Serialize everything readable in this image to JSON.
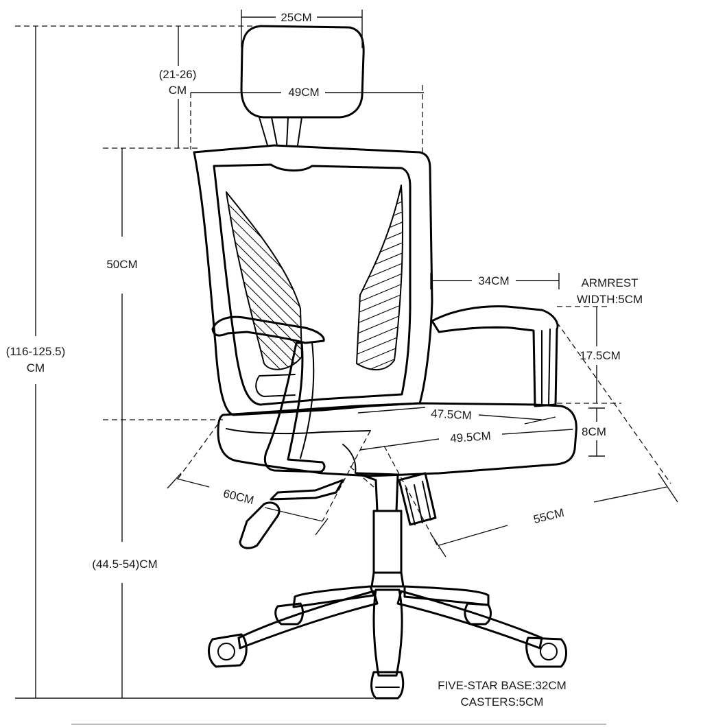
{
  "dimensions": {
    "headrest_width": "25CM",
    "headrest_height_l1": "(21-26)",
    "headrest_height_l2": "CM",
    "back_width": "49CM",
    "back_height": "50CM",
    "total_height_l1": "(116-125.5)",
    "total_height_l2": "CM",
    "seat_height": "(44.5-54)CM",
    "armrest_length": "34CM",
    "armrest_width_l1": "ARMREST",
    "armrest_width_l2": "WIDTH:5CM",
    "armrest_height": "17.5CM",
    "seat_depth": "47.5CM",
    "seat_width": "49.5CM",
    "seat_thickness": "8CM",
    "overall_depth": "60CM",
    "overall_width": "55CM",
    "base_l1": "FIVE-STAR BASE:32CM",
    "base_l2": "CASTERS:5CM"
  }
}
